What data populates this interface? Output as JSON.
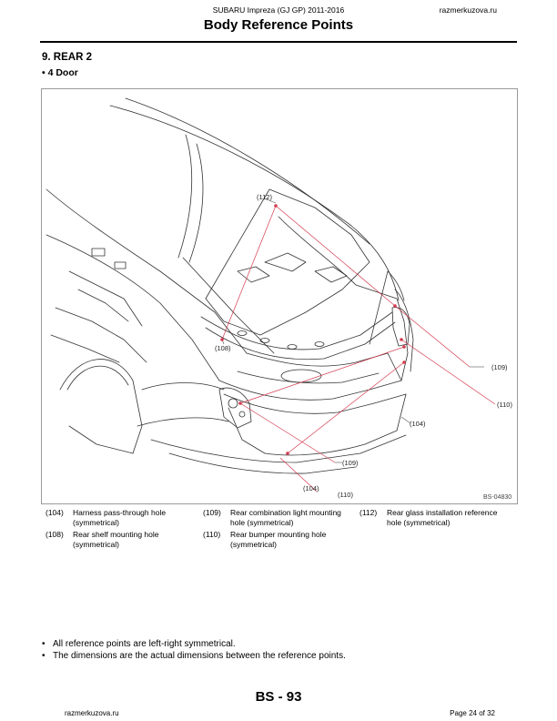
{
  "header": {
    "doc_title": "SUBARU Impreza (GJ GP) 2011-2016",
    "site": "razmerkuzova.ru",
    "page_title": "Body Reference Points"
  },
  "section": {
    "title": "9.  REAR 2",
    "subtitle": "• 4 Door"
  },
  "figure": {
    "code": "BS-04830",
    "callouts": [
      "(112)",
      "(108)",
      "(109)",
      "(110)",
      "(104)",
      "(109)",
      "(104)",
      "(110)"
    ]
  },
  "legend": [
    {
      "num": "(104)",
      "text": "Harness pass-through hole (symmetrical)"
    },
    {
      "num": "(108)",
      "text": "Rear shelf mounting hole (symmetrical)"
    },
    {
      "num": "(109)",
      "text": "Rear combination light mounting hole (symmetrical)"
    },
    {
      "num": "(110)",
      "text": "Rear bumper mounting hole (symmetrical)"
    },
    {
      "num": "(112)",
      "text": "Rear glass installation reference hole (symmetrical)"
    }
  ],
  "notes": [
    "All reference points are left-right symmetrical.",
    "The dimensions are the actual dimensions between the reference points."
  ],
  "footer": {
    "page_number": "BS - 93",
    "site": "razmerkuzova.ru",
    "page_of": "Page 24 of 32"
  },
  "colors": {
    "reference_line": "#d43c50"
  }
}
